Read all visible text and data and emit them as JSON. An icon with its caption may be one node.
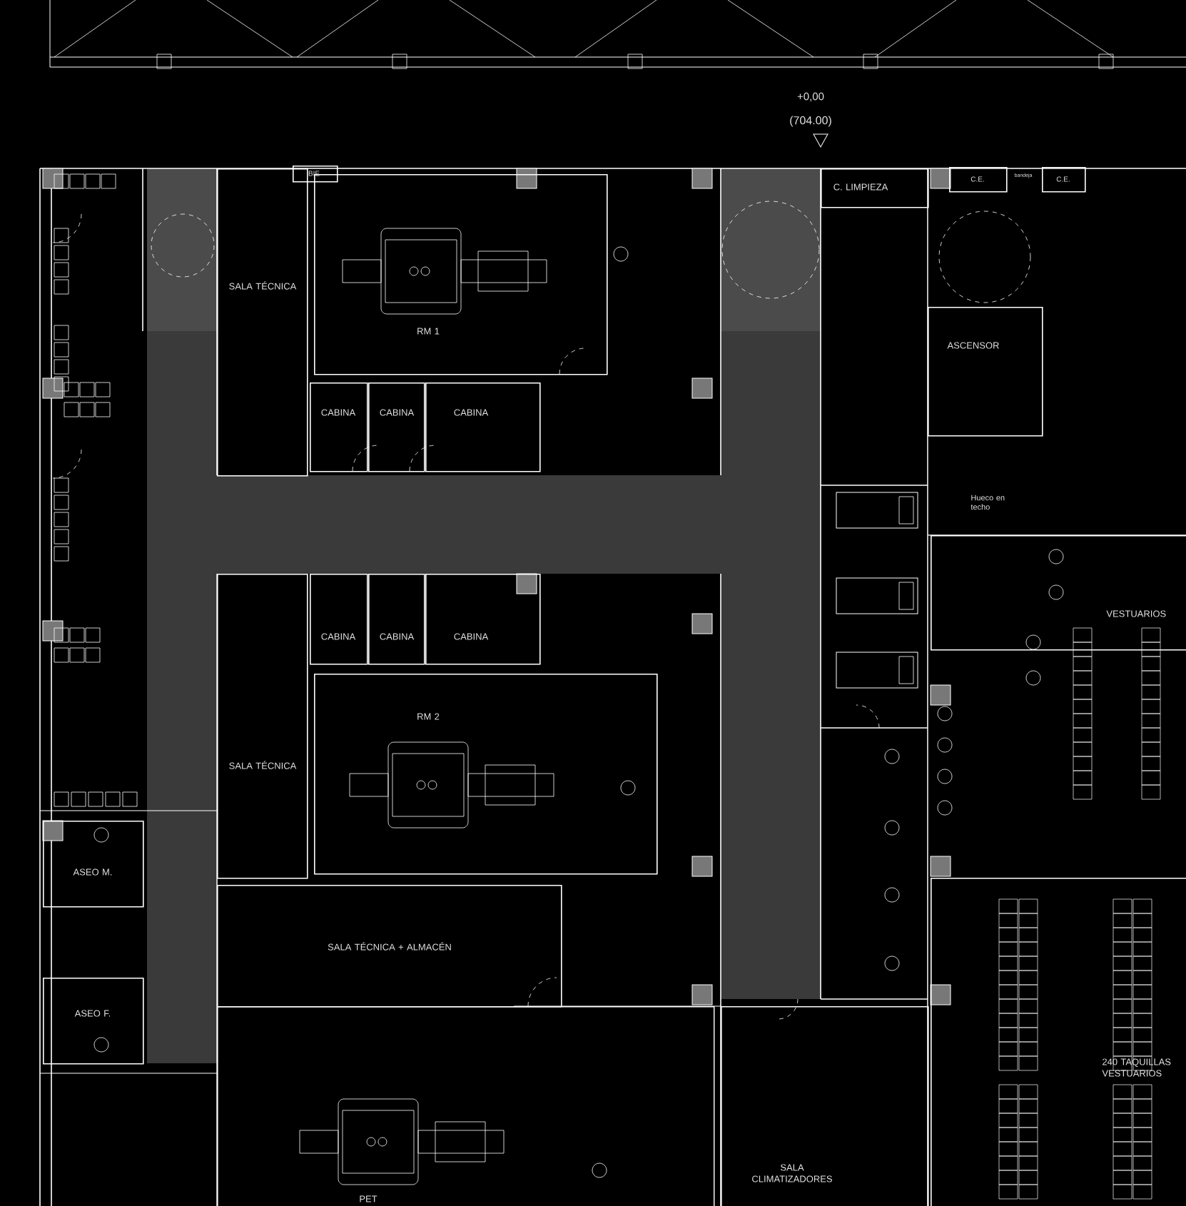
{
  "diagram": {
    "nodes": [
      {
        "text": [
          "SALA TÉCNICA"
        ]
      },
      {
        "text": [
          "BIE"
        ]
      },
      {
        "text": [
          "RM 1"
        ]
      },
      {
        "text": [
          "CABINA"
        ]
      },
      {
        "text": [
          "CABINA"
        ]
      },
      {
        "text": [
          "CABINA"
        ]
      },
      {
        "text": [
          "C. LIMPIEZA"
        ]
      },
      {
        "text": [
          "C.E."
        ]
      },
      {
        "text": [
          "C.E."
        ]
      },
      {
        "text": [
          "ASCENSOR"
        ]
      },
      {
        "text": [
          "CABINA"
        ]
      },
      {
        "text": [
          "CABINA"
        ]
      },
      {
        "text": [
          "CABINA"
        ]
      },
      {
        "text": [
          "VESTUARIOS"
        ]
      },
      {
        "text": [
          "SALA TÉCNICA"
        ]
      },
      {
        "text": [
          "RM 2"
        ]
      },
      {
        "text": [
          "ASEO M."
        ]
      },
      {
        "text": [
          "SALA TÉCNICA + ALMACÉN"
        ]
      },
      {
        "text": [
          "ASEO F."
        ]
      },
      {
        "text": [
          "240 TAQUILLAS VESTUARIOS"
        ]
      },
      {
        "text": [
          "PET"
        ]
      },
      {
        "text": [
          "SALA CLIMATIZADORES"
        ]
      }
    ],
    "labels": [
      "+0,00",
      "(704.00)",
      "bandeja",
      "Hueco en techo"
    ]
  }
}
